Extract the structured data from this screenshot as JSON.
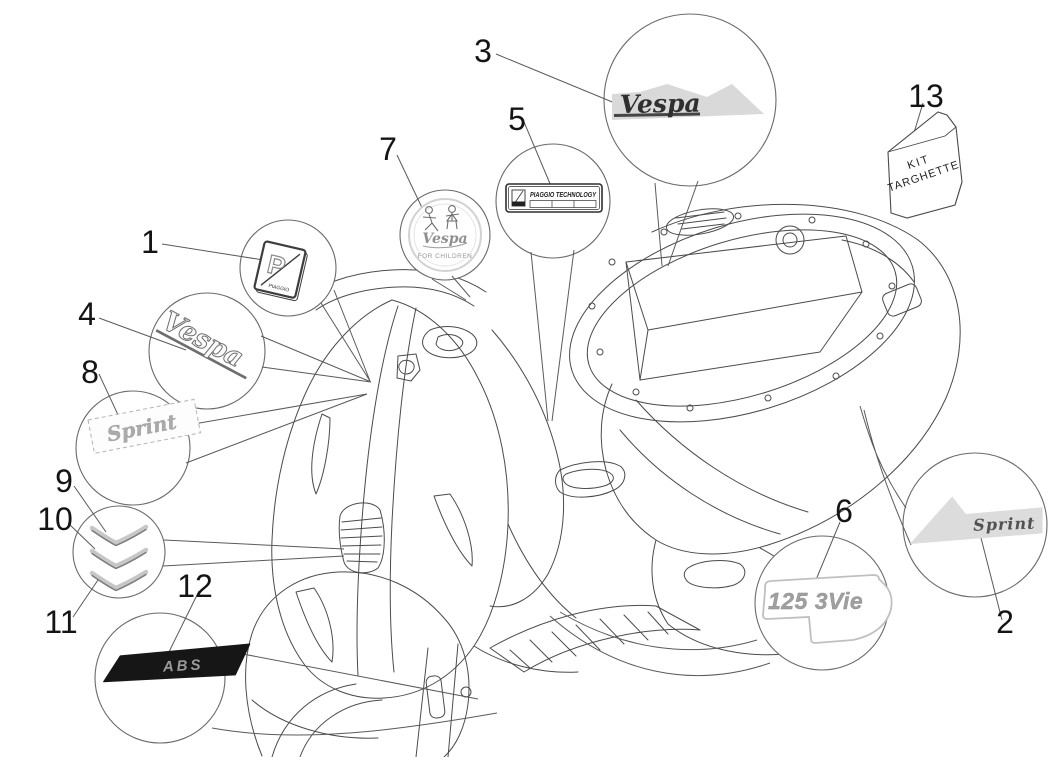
{
  "callouts": [
    {
      "label": "1"
    },
    {
      "label": "2"
    },
    {
      "label": "3"
    },
    {
      "label": "4"
    },
    {
      "label": "5"
    },
    {
      "label": "6"
    },
    {
      "label": "7"
    },
    {
      "label": "8"
    },
    {
      "label": "9"
    },
    {
      "label": "10"
    },
    {
      "label": "11"
    },
    {
      "label": "12"
    },
    {
      "label": "13"
    }
  ],
  "badges": {
    "piaggio_shield": {
      "letter": "P",
      "brand": "PIAGGIO"
    },
    "vespa_chrome": {
      "text": "Vespa"
    },
    "vespa_decal": {
      "text": "Vespa"
    },
    "piaggio_technology": {
      "label": "PIAGGIO TECHNOLOGY"
    },
    "vespa_for_children": {
      "title": "Vespa",
      "subtitle": "FOR CHILDREN"
    },
    "sprint_outline": {
      "text": "Sprint"
    },
    "sprint_panel": {
      "text": "Sprint"
    },
    "abs": {
      "text": "ABS"
    },
    "displacement": {
      "text": "125 3Vie"
    },
    "kit_envelope": {
      "line1": "KIT",
      "line2": "TARGHETTE"
    }
  },
  "colors": {
    "line": "#4b4b4b",
    "balloon_stroke": "#6a6a6a",
    "abs_black": "#161616",
    "decal_gray": "#d9d9d9",
    "chrome_gray": "#9a9a9a"
  }
}
